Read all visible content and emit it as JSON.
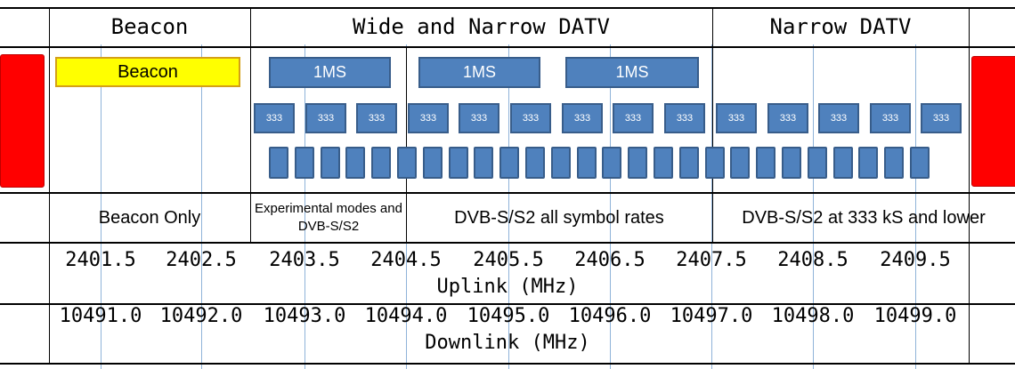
{
  "headers": {
    "beacon": "Beacon",
    "wide_narrow": "Wide and Narrow DATV",
    "narrow": "Narrow DATV"
  },
  "channels": {
    "beacon_label": "Beacon",
    "ms_label": "1MS",
    "k333_label": "333",
    "ms_count": 3,
    "k333_count": 14,
    "small_count": 26
  },
  "descriptions": {
    "beacon_only": "Beacon Only",
    "experimental": "Experimental modes and DVB-S/S2",
    "all_rates": "DVB-S/S2 all symbol rates",
    "narrow_rates": "DVB-S/S2 at 333 kS and lower"
  },
  "uplink": {
    "values": [
      "2401.5",
      "2402.5",
      "2403.5",
      "2404.5",
      "2405.5",
      "2406.5",
      "2407.5",
      "2408.5",
      "2409.5"
    ],
    "label": "Uplink (MHz)"
  },
  "downlink": {
    "values": [
      "10491.0",
      "10492.0",
      "10493.0",
      "10494.0",
      "10495.0",
      "10496.0",
      "10497.0",
      "10498.0",
      "10499.0"
    ],
    "label": "Downlink (MHz)"
  },
  "colors": {
    "guard": "#ff0000",
    "beacon": "#ffff00",
    "channel": "#4f81bd",
    "channel_border": "#385d8a",
    "gridline": "#8fb3d9"
  }
}
